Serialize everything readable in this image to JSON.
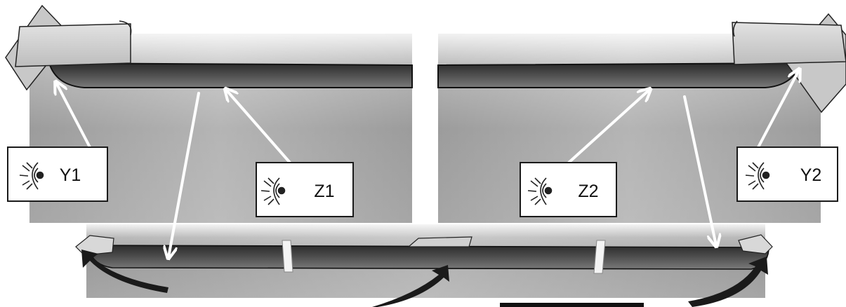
{
  "labels": {
    "y1": "Y1",
    "z1": "Z1",
    "z2": "Z2",
    "y2": "Y2"
  },
  "icons": {
    "viewer": "eye-icon",
    "direction": "curved-arrow-icon"
  },
  "colors": {
    "background_panel": "#9a9a9a",
    "trim": "#3c3c3c",
    "annotation_arrow": "#ffffff",
    "curved_arrow": "#1a1a1a",
    "label_box_border": "#1a1a1a"
  }
}
